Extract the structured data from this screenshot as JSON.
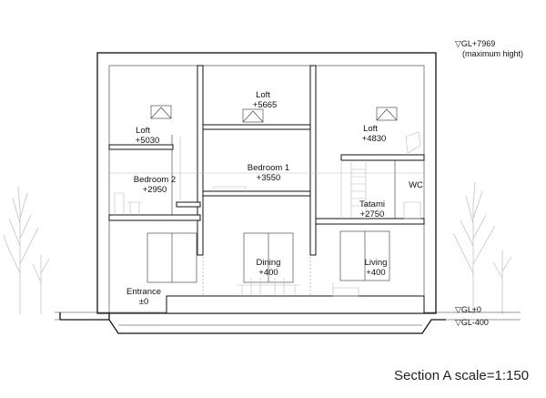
{
  "caption": "Section A  scale=1:150",
  "levels": {
    "max": [
      "▽GL+7969",
      "(maximum hight)"
    ],
    "gl0": "▽GL±0",
    "gl_minus": "▽GL-400"
  },
  "rooms": {
    "loft_left": {
      "name": "Loft",
      "level": "+5030"
    },
    "loft_center": {
      "name": "Loft",
      "level": "+5665"
    },
    "loft_right": {
      "name": "Loft",
      "level": "+4830"
    },
    "bedroom2": {
      "name": "Bedroom 2",
      "level": "+2950"
    },
    "bedroom1": {
      "name": "Bedroom 1",
      "level": "+3550"
    },
    "tatami": {
      "name": "Tatami",
      "level": "+2750"
    },
    "wc": {
      "name": "WC"
    },
    "dining": {
      "name": "Dining",
      "level": "+400"
    },
    "living": {
      "name": "Living",
      "level": "+400"
    },
    "entrance": {
      "name": "Entrance",
      "level": "±0"
    }
  }
}
